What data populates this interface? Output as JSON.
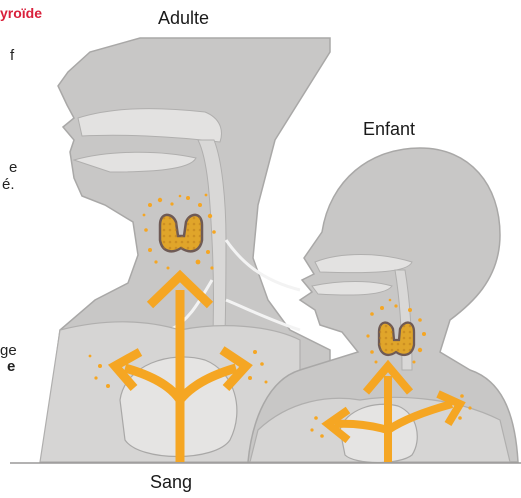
{
  "left_text": {
    "title_fragment": "yroïde",
    "fragments": [
      "f",
      "e",
      "é.",
      "ge",
      "e"
    ]
  },
  "labels": {
    "adult": "Adulte",
    "child": "Enfant",
    "blood": "Sang"
  },
  "colors": {
    "silhouette_fill": "#c8c7c6",
    "silhouette_edge": "#a9a8a7",
    "arrow": "#f5a623",
    "thyroid": "#e0a52a",
    "title_red": "#d9203b"
  }
}
